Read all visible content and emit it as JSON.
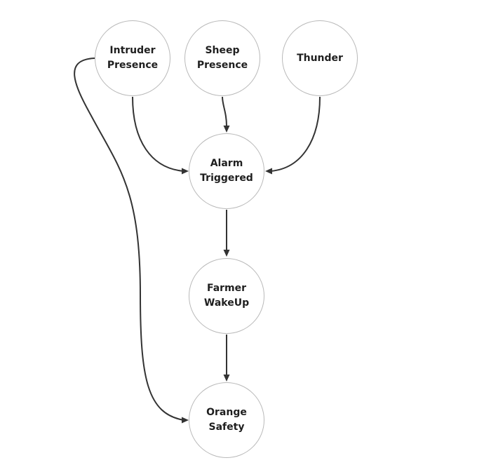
{
  "nodes": [
    {
      "id": "intruder_presence",
      "line1": "Intruder",
      "line2": "Presence"
    },
    {
      "id": "sheep_presence",
      "line1": "Sheep",
      "line2": "Presence"
    },
    {
      "id": "thunder",
      "line1": "Thunder",
      "line2": ""
    },
    {
      "id": "alarm_triggered",
      "line1": "Alarm",
      "line2": "Triggered"
    },
    {
      "id": "farmer_wakeup",
      "line1": "Farmer",
      "line2": "WakeUp"
    },
    {
      "id": "orange_safety",
      "line1": "Orange",
      "line2": "Safety"
    }
  ],
  "edges": [
    {
      "from": "intruder_presence",
      "to": "alarm_triggered"
    },
    {
      "from": "sheep_presence",
      "to": "alarm_triggered"
    },
    {
      "from": "thunder",
      "to": "alarm_triggered"
    },
    {
      "from": "alarm_triggered",
      "to": "farmer_wakeup"
    },
    {
      "from": "farmer_wakeup",
      "to": "orange_safety"
    },
    {
      "from": "intruder_presence",
      "to": "orange_safety"
    }
  ]
}
